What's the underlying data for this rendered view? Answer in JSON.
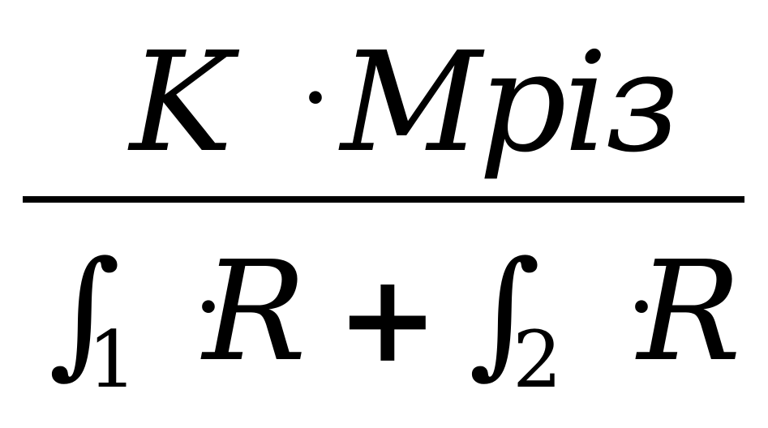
{
  "formula": {
    "numerator": {
      "variable": "K",
      "operator": "·",
      "word": "Mpiз"
    },
    "denominator": {
      "term1": {
        "integral": "∫",
        "subscript": "1",
        "operator": "·",
        "variable": "R"
      },
      "plus": "+",
      "term2": {
        "integral": "∫",
        "subscript": "2",
        "operator": "·",
        "variable": "R"
      }
    }
  }
}
